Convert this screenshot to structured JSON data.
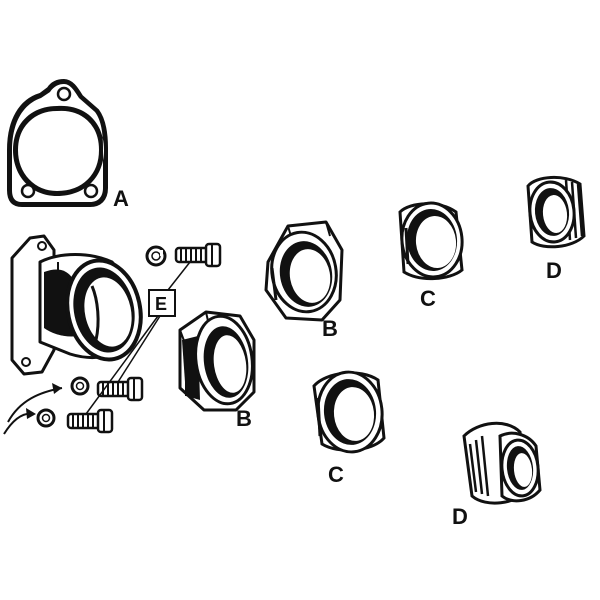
{
  "diagram": {
    "labels": {
      "gasket": "A",
      "nut_upper": "B",
      "nut_lower": "B",
      "ring_upper": "C",
      "ring_lower": "C",
      "adapter_upper": "D",
      "adapter_lower": "D",
      "hardware": "E"
    },
    "colors": {
      "ink": "#111111",
      "background": "#ffffff"
    }
  }
}
